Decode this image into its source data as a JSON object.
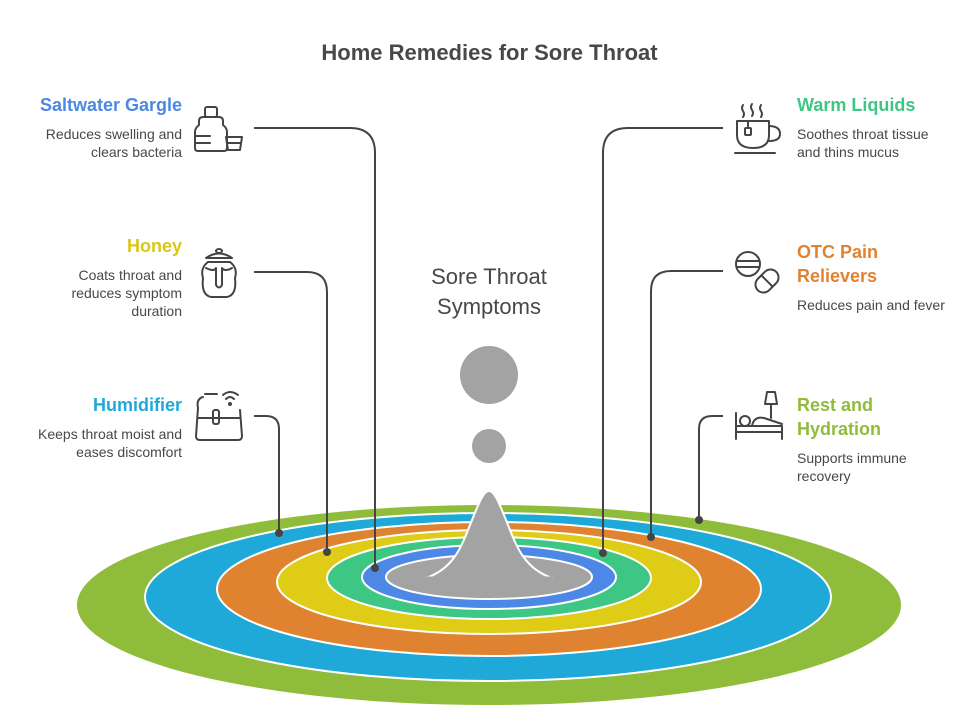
{
  "title": "Home Remedies for Sore Throat",
  "center": {
    "label_line1": "Sore Throat",
    "label_line2": "Symptoms"
  },
  "colors": {
    "text": "#484848",
    "connector": "#444444",
    "symptom_gray": "#a3a3a3",
    "ring_outer_green": "#8fbc3a",
    "ring_cyan": "#1fa9d8",
    "ring_orange": "#e08331",
    "ring_yellow": "#dfcc17",
    "ring_green": "#3ec784",
    "ring_blue": "#4d88e6"
  },
  "remedies": {
    "saltwater": {
      "title": "Saltwater Gargle",
      "desc_line1": "Reduces swelling and",
      "desc_line2": "clears bacteria",
      "color": "#4b88e3",
      "icon": "mouthwash-bottle-icon"
    },
    "honey": {
      "title": "Honey",
      "desc_line1": "Coats throat and",
      "desc_line2": "reduces symptom",
      "desc_line3": "duration",
      "color": "#d9c617",
      "icon": "honey-pot-icon"
    },
    "humidifier": {
      "title": "Humidifier",
      "desc_line1": "Keeps throat moist and",
      "desc_line2": "eases discomfort",
      "color": "#1fa9d8",
      "icon": "humidifier-icon"
    },
    "warm_liquids": {
      "title": "Warm Liquids",
      "desc_line1": "Soothes throat tissue",
      "desc_line2": "and thins mucus",
      "color": "#3ec784",
      "icon": "tea-cup-icon"
    },
    "otc": {
      "title_line1": "OTC Pain",
      "title_line2": "Relievers",
      "desc_line1": "Reduces pain and fever",
      "color": "#e08331",
      "icon": "pills-icon"
    },
    "rest": {
      "title_line1": "Rest and",
      "title_line2": "Hydration",
      "desc_line1": "Supports immune",
      "desc_line2": "recovery",
      "color": "#8fbc3a",
      "icon": "bed-lamp-icon"
    }
  }
}
